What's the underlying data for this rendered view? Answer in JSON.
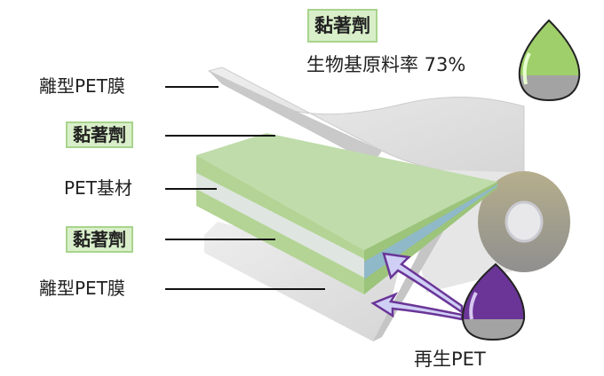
{
  "labels": {
    "release_film_top": "離型PET膜",
    "adhesive_top": "黏著劑",
    "pet_base": "PET基材",
    "adhesive_bottom": "黏著劑",
    "release_film_bottom": "離型PET膜"
  },
  "callouts": {
    "adhesive_title": "黏著劑",
    "bio_ratio_text": "生物基原料率 73%",
    "bio_ratio_percent": 73,
    "recycled_pet": "再生PET"
  },
  "colors": {
    "adhesive_green": "#9fcf6a",
    "recycled_purple": "#6a3597",
    "label_box_fill": "#d9efc9"
  }
}
